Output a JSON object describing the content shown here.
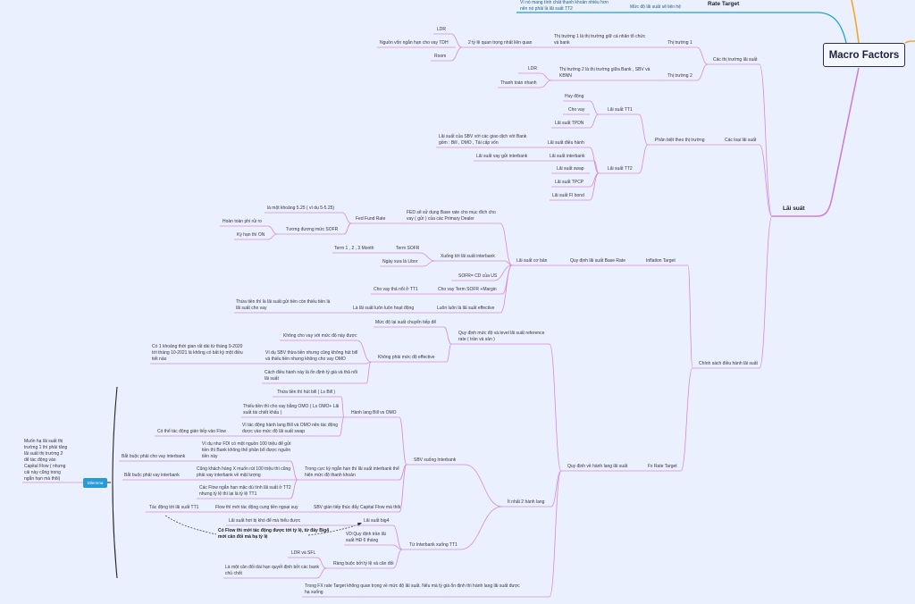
{
  "root": {
    "title": "Macro Factors"
  },
  "top": {
    "rate_target": "Rate Target",
    "liquidity_note": "Vì nó mang tính chất thanh khoản nhiều hơn\nnên nó phải là lãi suất TT2",
    "relation_note": "Mức độ lãi suất sẽ liên hệ"
  },
  "branch": {
    "label": "Lãi suất"
  },
  "dilemma": {
    "label": "Dilemma",
    "note": "Muốn hạ lãi suất thị\ntrường 1 thì phải tăng\nlãi suất thị trường 2\nđể tác động vào\nCapital Flow ( nhưng\ncái này cũng trong\nngắn hạn mà thôi)"
  },
  "colors": {
    "branch": "#d58ad8",
    "root_line": "#cf7fd6",
    "blue": "#1ea0d8",
    "orange": "#f6a623",
    "button": "#2a9ad6"
  },
  "nodes": {
    "cac_thi_truong": "Các thị trường lãi suất",
    "thi_truong_1": "Thị trường 1",
    "tt1_desc": "Thị trường 1 là thị trường giữ cá nhân tổ chức\nvà bank",
    "hai_ty_le": "2 tỷ lệ quan trọng nhất liên quan",
    "ldr_1": "LDR",
    "nguon_von": "Nguồn vốn ngắn hạn cho vay TDH",
    "room": "Room",
    "thi_truong_2": "Thị trường 2",
    "tt2_desc": "Thị trường 2 là thị trường giữa Bank , SBV và\nKBNN",
    "ldr_2": "LDR",
    "thanh_toan": "Thanh toán nhanh",
    "cac_loai": "Các loại lãi suất",
    "phan_biet": "Phân biệt theo thị trường",
    "huy_dong": "Huy động",
    "cho_vay": "Cho vay",
    "ls_tpdn": "Lãi suất TPDN",
    "ls_tt1": "Lãi suất TT1",
    "ls_dieu_hanh": "Lãi suất điều hành",
    "ls_sbv_desc": "Lãi suất của SBV với các giao dịch với Bank\ngồm : Bill , OMO , Tái cấp vốn",
    "ls_interbank": "Lãi suất interbank",
    "ls_vay_gui": "Lãi suất vay gửi interbank",
    "ls_swap": "Lãi suất swap",
    "ls_tpcp": "Lãi suất TPCP",
    "ls_fi": "Lãi suất FI bond",
    "ls_tt2": "Lãi suất TT2",
    "chinh_sach": "Chính sách điều hành lãi suất",
    "inflation": "Inflation Target",
    "quy_dinh_base": "Quy định lãi suất Base Rate",
    "ls_co_ban": "Lãi suất cơ bản",
    "fed_fund": "Fed Fund Rate",
    "fed_desc": "FED sẽ sử dụng Base rate cho mục đích cho\nvay ( gửi ) của các Primary Dealer",
    "khoang": "là một khoảng 5.25 ( ví dụ 5-5.25)",
    "tuong_duong": "Tương đương mức SOFR",
    "hoan_toan": "Hoàn toàn phi rủi ro",
    "ky_han": "Kỳ hạn thì ON",
    "xuong_interbank": "Xuống tới lãi suất interbank",
    "term_sofr": "Term SOFR",
    "term_month": "Term 1 , 2 , 3 Month",
    "libor": "Ngày xưa là Libor",
    "sofr_cd": "SOFR= CD của US",
    "cho_vay_term": "Cho vay Term SOFR +Margin",
    "cho_vay_tha_noi": "Cho vay thả nổi ở TT1",
    "luon_luon": "Luôn luôn là lãi suất effective",
    "hoat_dong": "Là lãi suất luôn luôn hoạt động",
    "thua_thieu": "Thừa tiền thì là lãi suất gửi tiền còn thiếu tiền là\nlãi suất cho vay",
    "fx_rate": "Fx Rate Target",
    "quy_dinh_hanh_lang": "Quy định về hành lang lãi suất",
    "quy_dinh_muc_do": "Quy định mức độ và level lãi suất reference\nrate ( trần và sàn )",
    "muc_do_chuyen_tiep": "Mức độ lại suất chuyển tiếp để",
    "khong_effective": "Không phải mức độ effective",
    "khong_cho_vay": "Không cho vay với mức độ này được",
    "vi_du_sbv": "Ví dụ SBV thừa tiền nhưng cũng không hút bill\nvà thiếu tiền nhưng không cho vay OMO",
    "khoang_thoi_gian": "Có 1 khoảng thời gian rất dài từ tháng 9-2020\ntới tháng 10-2021 là không có bất kỳ một điều\ntiết nào",
    "cach_dieu_hanh": "Cách điều hành này là ổn định tỷ giá và thả nổi\nlãi suất",
    "it_nhat": "Ít nhất 2 hành lang",
    "sbv_xuong": "SBV xuống Interbank",
    "hanh_lang_bill": "Hành lang Bill vs OMO",
    "thua_tien_bill": "Thừa tiền thì hút bill ( Ls Bill )",
    "thieu_tien_omo": "Thiếu tiền thì cho vay bằng OMO ( Ls OMO+ Lãi\nsuất tái chiết khấu )",
    "vi_tac_dong": "Vì tác động hành lang Bill và OMO nên tác động\nđược vào mức độ lãi suất swap",
    "gian_tiep_flow": "Có thể tác động gián tiếp vào Flow",
    "trong_cuc_ky": "Trong cực kỳ ngắn hạn thì lãi suất interbank thể\nhiện mức độ thanh khoản",
    "bat_buoc_cho_vay": "Bắt buộc phải cho vay interbank",
    "vi_du_fdi": "Ví dụ như FDI có một nguồn 100 triệu để gửi\ntiền thì Bank không thể phân bổ được nguồn\ntiền này",
    "bat_buoc_vay": "Bắt buộc phải vay interbank",
    "khach_hang_x": "Cũng khách hàng X muốn rút 100 triệu thì cũng\nphải vay interbank về mặt lượng",
    "cac_flow": "Các Flow ngắn hạn mặc dù tính lãi suất ở TT2\nnhưng tỷ lệ thì lại là tỷ lệ TT1",
    "sbv_gian_tiep": "SBV gián tiếp thúc đẩy Capital Flow mà thôi",
    "flow_cung_tien": "Flow thì mới tác động cung tiền ngoại suy",
    "tac_dong_tt1": "Tác động tới lãi suất TT1",
    "tu_interbank": "Từ Interbank xuống TT1",
    "ls_big4": "Lãi suất big4",
    "kho_hieu": "Lãi suất hơi bị khó để mà hiểu được",
    "vd_quy_dinh": "VD:Quy định trần lãi\nsuất HĐ 6 tháng",
    "rang_buoc": "Ràng buộc bởi tỷ lệ và cân đối",
    "ldr_sfl": "LDR và SFL",
    "can_doi": "Là một cân đối dài hạn quyết định bởi các bank\nchủ chốt",
    "co_flow": "Có Flow thì mới tác động được tới tỷ lệ, từ đây Big4\nmới cân đối mà hạ tỷ lệ",
    "trong_fx": "Trong FX rate Target không quan trọng về mức độ lãi suất. Nếu mà tỷ giá ổn định thì hành lang lãi suất được\nhạ xuống"
  }
}
